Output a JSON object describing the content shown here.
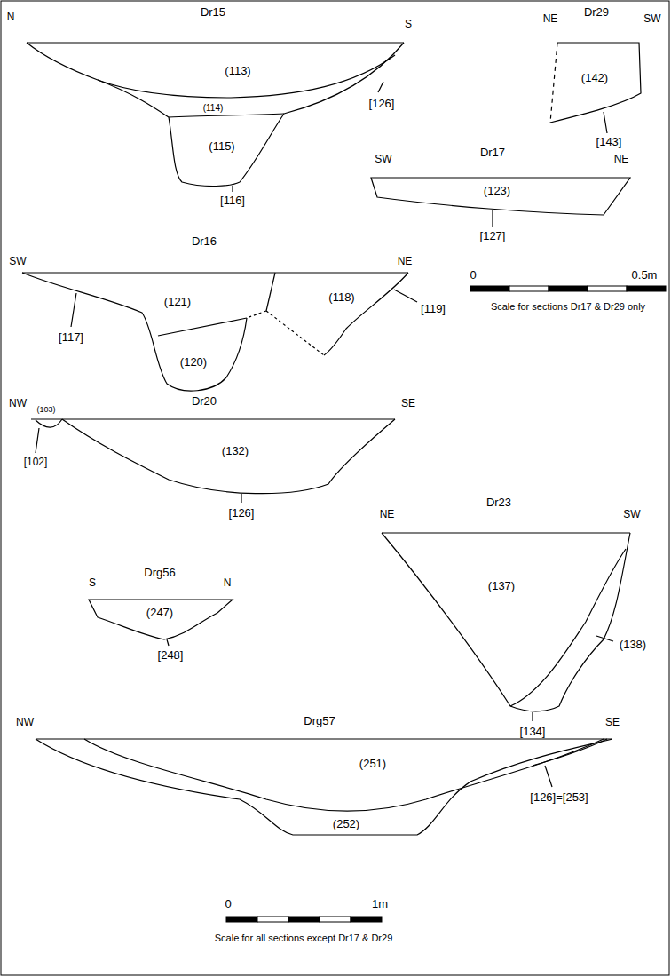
{
  "diagram": {
    "labels": [
      "N",
      "Dr15",
      "S",
      "(113)",
      "(114)",
      "[126]",
      "(115)",
      "[116]",
      "NE",
      "Dr29",
      "SW",
      "(142)",
      "[143]",
      "SW",
      "Dr17",
      "NE",
      "(123)",
      "[127]",
      "Dr16",
      "SW",
      "NE",
      "(121)",
      "(118)",
      "[117]",
      "[119]",
      "(120)",
      "0",
      "0.5m",
      "Scale for sections Dr17 & Dr29 only",
      "NW",
      "Dr20",
      "SE",
      "(103)",
      "[102]",
      "(132)",
      "[126]",
      "NE",
      "Dr23",
      "SW",
      "(137)",
      "(138)",
      "[134]",
      "S",
      "Drg56",
      "N",
      "(247)",
      "[248]",
      "NW",
      "Drg57",
      "SE",
      "(251)",
      "(252)",
      "[126]=[253]",
      "0",
      "1m",
      "Scale for all sections except Dr17 & Dr29"
    ]
  }
}
